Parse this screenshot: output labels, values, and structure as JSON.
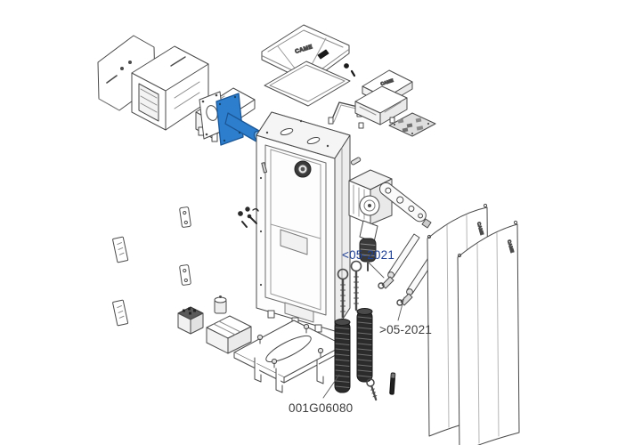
{
  "diagram": {
    "brand": "CAME",
    "annotations": {
      "before_label": "<05-2021",
      "after_label": ">05-2021",
      "part_code": "001G06080"
    },
    "colors": {
      "highlight": "#2e7ece",
      "highlight_dark": "#1b5796",
      "highlight_light": "#7ab3e4",
      "label_blue": "#1e3f92",
      "label_dark": "#3d3d3d",
      "line": "#4a4a4a",
      "background": "#ffffff"
    },
    "parts": [
      "door-panel",
      "cover-housing",
      "channel-bracket",
      "flange-plate",
      "shaft-flange",
      "top-cover",
      "cover-gasket",
      "release-lever",
      "lock-kit",
      "control-cover",
      "control-box",
      "circuit-board",
      "cabinet-body",
      "came-sticker",
      "hinge",
      "screw-kit",
      "capacitor",
      "transformer",
      "battery-box",
      "foundation-plate",
      "anchor-legs",
      "eye-rod",
      "balancing-spring",
      "tie-rod",
      "lever-arm",
      "gearmotor",
      "curved-door-panel",
      "eye-bolt",
      "pin"
    ]
  }
}
